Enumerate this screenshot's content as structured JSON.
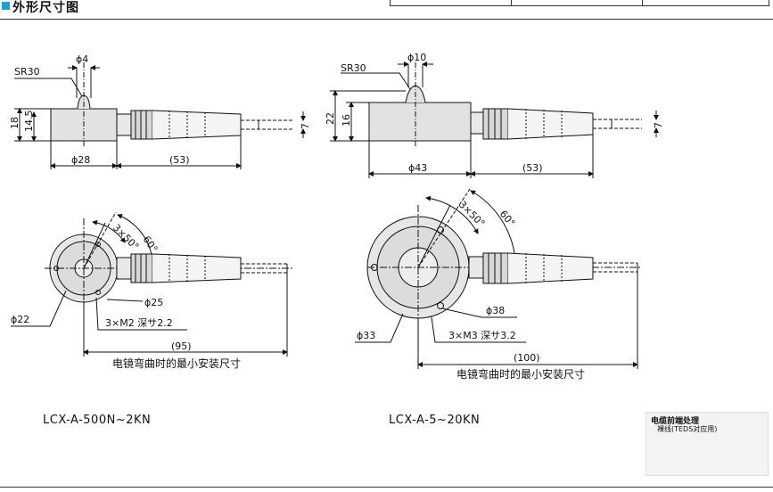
{
  "header": {
    "title": "外形尺寸图"
  },
  "left_drawing": {
    "side": {
      "sr": "SR30",
      "phi_top": "ϕ4",
      "h_total": "18",
      "h_body": "14.5",
      "phi_body": "ϕ28",
      "cable_len": "(53)",
      "cable_dia": "7"
    },
    "top": {
      "angle": "60°",
      "holes": "3×50°",
      "phi_pcd": "ϕ25",
      "thread": "3×M2 深サ2.2",
      "phi_boss": "ϕ22",
      "min_len": "(95)",
      "min_label": "电镜弯曲时的最小安装尺寸"
    },
    "model": "LCX-A-500N~2KN"
  },
  "right_drawing": {
    "side": {
      "sr": "SR30",
      "phi_top": "ϕ10",
      "h_total": "22",
      "h_body": "16",
      "phi_body": "ϕ43",
      "cable_len": "(53)",
      "cable_dia": "7"
    },
    "top": {
      "angle": "60°",
      "holes": "3×50°",
      "phi_pcd": "ϕ38",
      "thread": "3×M3 深サ3.2",
      "phi_boss": "ϕ33",
      "min_len": "(100)",
      "min_label": "电镜弯曲时的最小安装尺寸"
    },
    "model": "LCX-A-5~20KN"
  },
  "cable_inset": {
    "title": "电缆前端处理",
    "subtitle": "裸线(TEDS对应用)"
  }
}
